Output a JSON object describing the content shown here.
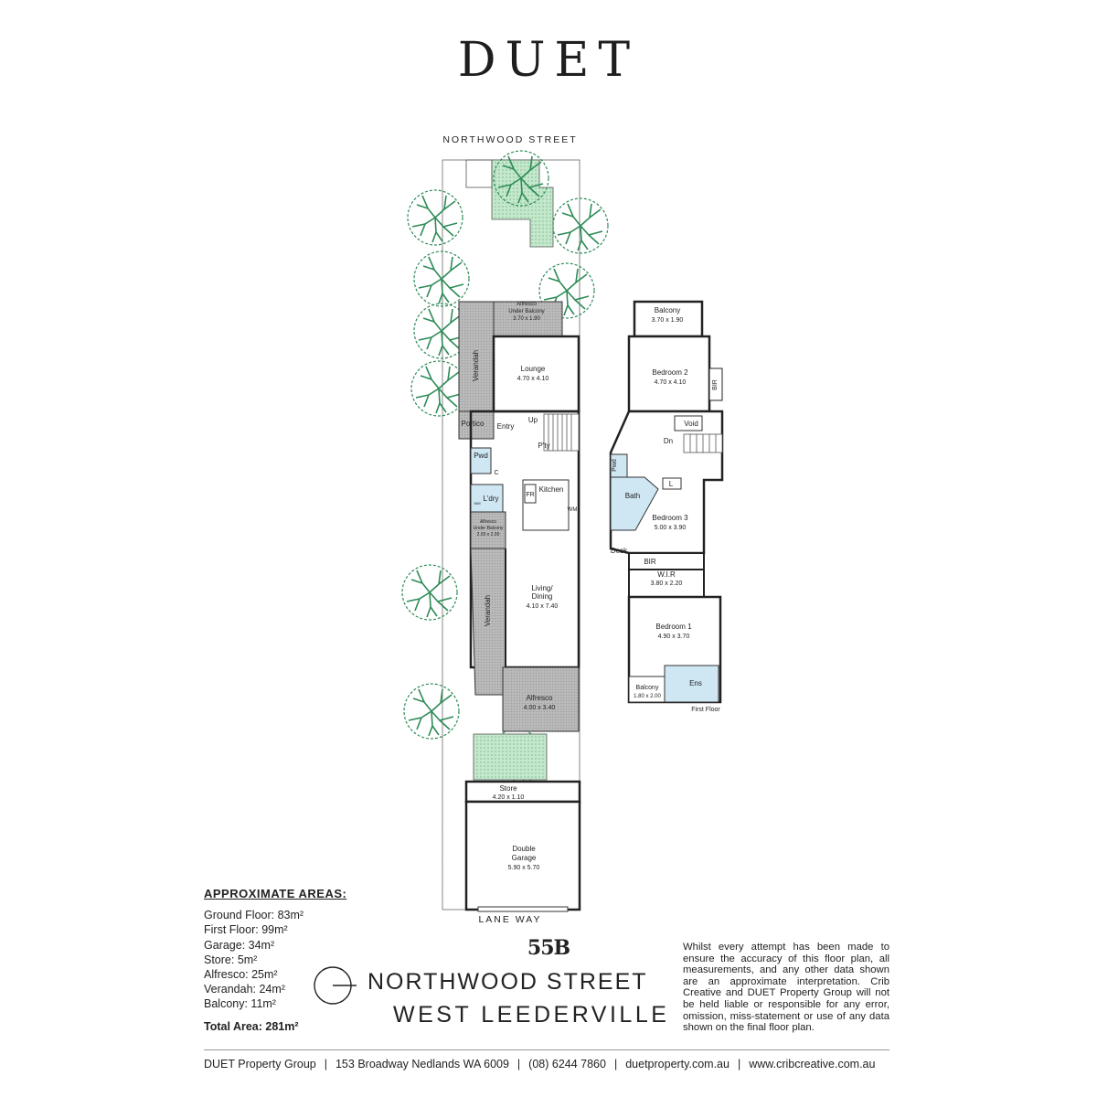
{
  "brand": "DUET",
  "plan": {
    "street_top": "NORTHWOOD STREET",
    "street_bottom": "LANE WAY",
    "floor_label": "First Floor",
    "rooms": {
      "alfresco_ub": "Alfresco",
      "alfresco_ub2": "Under Balcony",
      "alfresco_ub_dim": "3.70 x 1.90",
      "verandah": "Verandah",
      "lounge": "Lounge",
      "lounge_dim": "4.70 x 4.10",
      "portico": "Portico",
      "entry": "Entry",
      "up": "Up",
      "pty": "P'ty",
      "pwd": "Pwd",
      "c": "C",
      "ldry": "L'dry",
      "wm_small": "WM",
      "kitchen": "Kitchen",
      "fr": "FR",
      "wm": "WM",
      "alfresco_ub3": "Alfresco",
      "alfresco_ub4": "Under Balcony",
      "alfresco_ub3_dim": "2.00 x 2.00",
      "living": "Living/",
      "dining": "Dining",
      "living_dim": "4.10 x 7.40",
      "verandah2": "Verandah",
      "alfresco": "Alfresco",
      "alfresco_dim": "4.00 x 3.40",
      "store": "Store",
      "store_dim": "4.20 x 1.10",
      "garage1": "Double",
      "garage2": "Garage",
      "garage_dim": "5.90 x 5.70",
      "balcony": "Balcony",
      "balcony_dim": "3.70 x 1.90",
      "bed2": "Bedroom 2",
      "bed2_dim": "4.70 x 4.10",
      "bir": "BIR",
      "void": "Void",
      "dn": "Dn",
      "linen": "L",
      "pwd2": "Pwd",
      "bath": "Bath",
      "bed3": "Bedroom 3",
      "bed3_dim": "5.00 x 3.90",
      "desk": "Desk",
      "bir2": "BIR",
      "wir": "W.I.R",
      "wir_dim": "3.80 x 2.20",
      "bed1": "Bedroom 1",
      "bed1_dim": "4.90 x 3.70",
      "balcony2": "Balcony",
      "balcony2_dim": "1.80 x 2.00",
      "ens": "Ens"
    }
  },
  "areas": {
    "heading": "APPROXIMATE AREAS:",
    "items": [
      "Ground Floor: 83m²",
      "First Floor: 99m²",
      "Garage: 34m²",
      "Store: 5m²",
      "Alfresco: 25m²",
      "Verandah: 24m²",
      "Balcony: 11m²"
    ],
    "total": "Total Area: 281m²"
  },
  "address": {
    "number": "55B",
    "street": "NORTHWOOD STREET",
    "suburb": "WEST LEEDERVILLE"
  },
  "disclaimer": "Whilst every attempt has been made to ensure the accuracy of this floor plan, all measurements, and any other data shown are an approximate interpretation. Crib Creative and DUET Property Group will not be held liable or responsible for any error, omission, miss-statement or use of any data shown on the final floor plan.",
  "footer": {
    "company": "DUET Property Group",
    "address": "153 Broadway Nedlands WA 6009",
    "phone": "(08) 6244 7860",
    "website": "duetproperty.com.au",
    "credit": "www.cribcreative.com.au"
  },
  "colors": {
    "tree": "#2e8b57",
    "wet_area": "#cfe6f3",
    "outdoor": "#b9b9b9",
    "courtyard": "#c3e8cc"
  }
}
